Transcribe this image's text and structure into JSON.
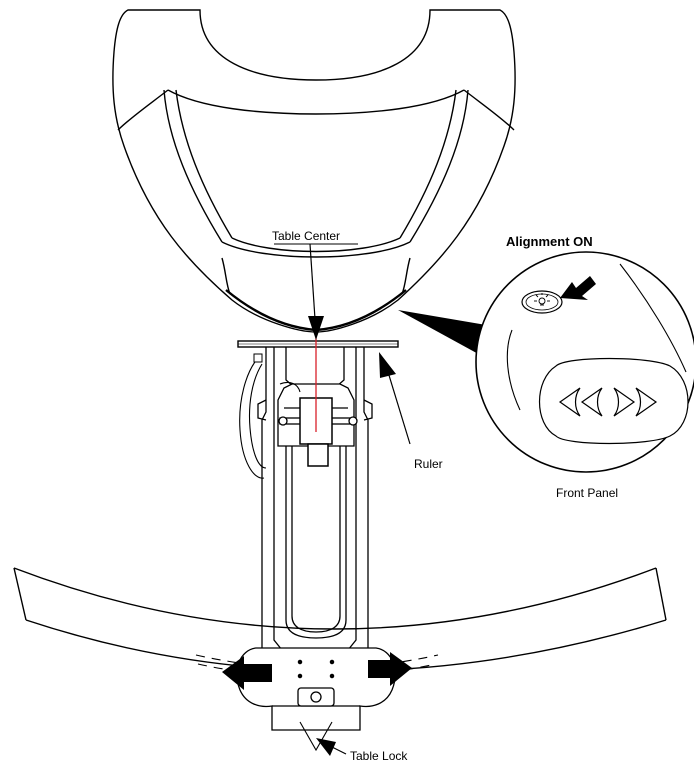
{
  "labels": {
    "table_center": "Table Center",
    "alignment_on": "Alignment ON",
    "ruler": "Ruler",
    "front_panel": "Front Panel",
    "table_lock": "Table Lock"
  },
  "colors": {
    "stroke": "#000000",
    "laser_line": "#d8202a",
    "arrow_fill": "#000000",
    "background": "#ffffff"
  },
  "icons": {
    "alignment_button": "light-bulb-icon",
    "rotation_controls": "double-chevron-icons"
  }
}
